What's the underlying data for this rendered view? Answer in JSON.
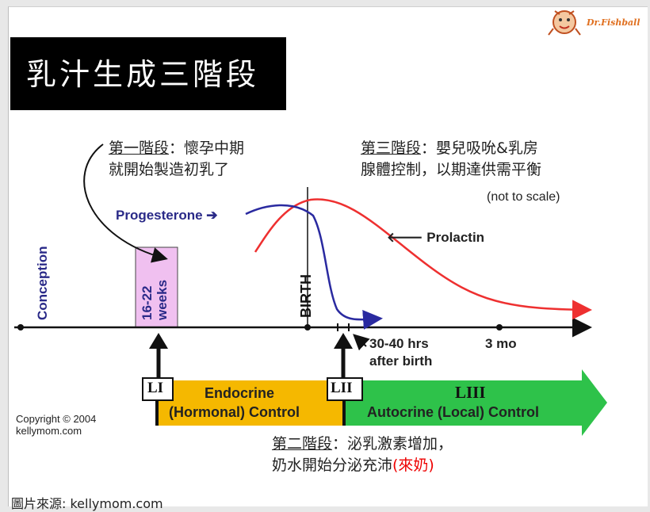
{
  "logo": {
    "text": "Dr.Fishball",
    "icon": "fishball-mascot-icon"
  },
  "title": "乳汁生成三階段",
  "stage1": {
    "label": "第一階段",
    "line1_rest": "：懷孕中期",
    "line2": "就開始製造初乳了"
  },
  "stage3": {
    "label": "第三階段",
    "line1_rest": "：嬰兒吸吮&乳房",
    "line2": "腺體控制，以期達供需平衡"
  },
  "stage2": {
    "label": "第二階段",
    "line1_rest": "：泌乳激素增加，",
    "line2_main": "奶水開始分泌充沛",
    "line2_red": "(來奶)"
  },
  "not_to_scale": "(not to scale)",
  "progesterone_label": "Progesterone ➔",
  "prolactin_label": "🡐 Prolactin",
  "conception_label": "Conception",
  "weeks_label": "16-22 weeks",
  "birth_label": "BIRTH",
  "hours_label_1": "30-40 hrs",
  "hours_label_2": "after birth",
  "three_mo_label": "3 mo",
  "lactogenesis": {
    "l1": "LI",
    "l2": "LII",
    "l3": "LIII",
    "endocrine_1": "Endocrine",
    "endocrine_2": "(Hormonal) Control",
    "autocrine": "Autocrine (Local) Control"
  },
  "copyright_1": "Copyright © 2004",
  "copyright_2": "kellymom.com",
  "footer": "圖片來源: kellymom.com",
  "colors": {
    "progesterone": "#2a2aa0",
    "prolactin": "#ee3030",
    "endocrine_band": "#f5b800",
    "autocrine_band": "#2ec24a",
    "weeks_band": "#f0c0f0",
    "label_navy": "#2a2a88",
    "highlight_red": "#e00000"
  }
}
